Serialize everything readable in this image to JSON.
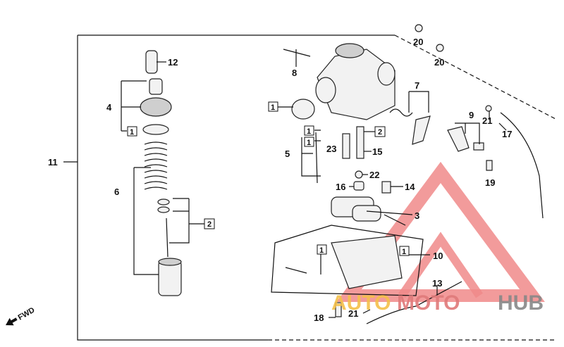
{
  "callouts": {
    "c1": "1",
    "c2": "2",
    "c3": "3",
    "c4": "4",
    "c5": "5",
    "c6": "6",
    "c7": "7",
    "c8": "8",
    "c9": "9",
    "c10": "10",
    "c11": "11",
    "c12": "12",
    "c13": "13",
    "c14": "14",
    "c15": "15",
    "c16": "16",
    "c17": "17",
    "c18": "18",
    "c19": "19",
    "c20": "20",
    "c21": "21",
    "c22": "22",
    "c23": "23"
  },
  "direction_marker": "FWD",
  "watermark": {
    "part_a": "AUTO",
    "part_b": "MOTO",
    "part_c": "HUB"
  },
  "colors": {
    "line": "#111111",
    "watermark_red": "#f08a8a",
    "watermark_yellow": "#f5c04a"
  }
}
